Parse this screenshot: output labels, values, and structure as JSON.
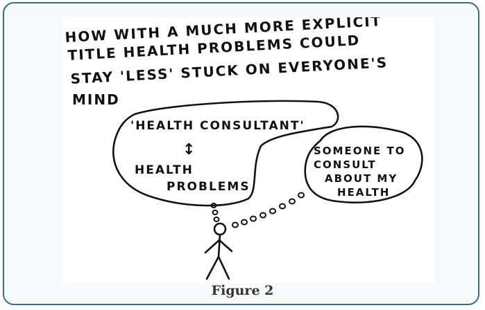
{
  "figure": {
    "caption": "Figure 2",
    "frame_color": "#2f6f8c",
    "heading_lines": [
      "HOW WITH A MUCH MORE EXPLICIT",
      "TITLE HEALTH PROBLEMS COULD",
      "STAY 'LESS' STUCK ON EVERYONE'S",
      "MIND"
    ],
    "left_bubble": {
      "top_label": "'HEALTH CONSULTANT'",
      "arrow": "↕",
      "bottom_line1": "HEALTH",
      "bottom_line2": "PROBLEMS"
    },
    "right_bubble": {
      "lines": [
        "SOMEONE TO",
        "CONSULT",
        "ABOUT MY",
        "HEALTH"
      ]
    },
    "icons": [
      "thought-bubble",
      "stick-figure"
    ]
  }
}
